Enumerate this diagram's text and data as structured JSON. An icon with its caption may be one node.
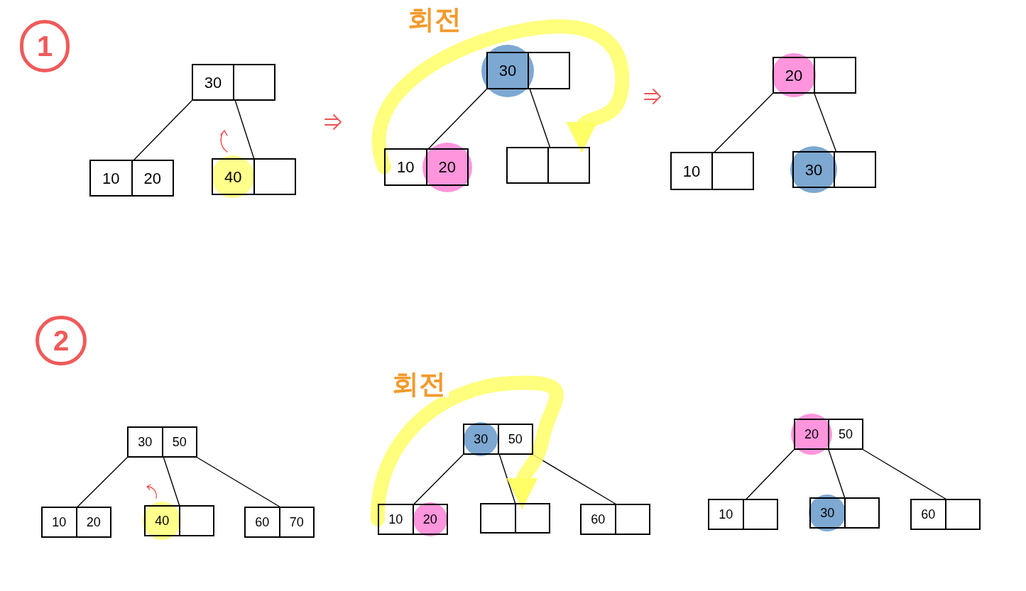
{
  "diagram": {
    "nodes": [
      {
        "text": [
          "30"
        ]
      },
      {
        "text": [
          "10",
          "20"
        ]
      },
      {
        "text": [
          "40"
        ]
      },
      {
        "text": [
          "30"
        ]
      },
      {
        "text": [
          "10",
          "20"
        ]
      },
      {
        "text": [],
        "shape": "box"
      },
      {
        "text": [
          "20"
        ]
      },
      {
        "text": [
          "10"
        ]
      },
      {
        "text": [
          "30"
        ]
      },
      {
        "text": [
          "30",
          "50"
        ]
      },
      {
        "text": [
          "10",
          "20"
        ]
      },
      {
        "text": [
          "40"
        ]
      },
      {
        "text": [
          "60",
          "70"
        ]
      },
      {
        "text": [
          "30",
          "50"
        ]
      },
      {
        "text": [
          "10",
          "20"
        ]
      },
      {
        "text": [],
        "shape": "box"
      },
      {
        "text": [
          "60"
        ]
      },
      {
        "text": [
          "20",
          "50"
        ]
      },
      {
        "text": [
          "10"
        ]
      },
      {
        "text": [
          "30"
        ]
      },
      {
        "text": [
          "60"
        ]
      }
    ],
    "edges": [
      {
        "from": 0,
        "to": 1,
        "arrow": "none"
      },
      {
        "from": 0,
        "to": 2,
        "arrow": "none"
      },
      {
        "from": 3,
        "to": 4,
        "arrow": "none"
      },
      {
        "from": 3,
        "to": 5,
        "arrow": "none"
      },
      {
        "from": 6,
        "to": 7,
        "arrow": "none"
      },
      {
        "from": 6,
        "to": 8,
        "arrow": "none"
      },
      {
        "from": 9,
        "to": 10,
        "arrow": "none"
      },
      {
        "from": 9,
        "to": 11,
        "arrow": "none"
      },
      {
        "from": 9,
        "to": 12,
        "arrow": "none"
      },
      {
        "from": 13,
        "to": 14,
        "arrow": "none"
      },
      {
        "from": 13,
        "to": 15,
        "arrow": "none"
      },
      {
        "from": 13,
        "to": 16,
        "arrow": "none"
      },
      {
        "from": 17,
        "to": 18,
        "arrow": "none"
      },
      {
        "from": 17,
        "to": 19,
        "arrow": "none"
      },
      {
        "from": 17,
        "to": 20,
        "arrow": "none"
      },
      {
        "from": 4,
        "to": 5,
        "arrow": "to",
        "label": "회전",
        "style": "thick",
        "color": "#ffff66"
      },
      {
        "from": 14,
        "to": 15,
        "arrow": "to",
        "label": "회전",
        "style": "thick",
        "color": "#ffff66"
      }
    ],
    "labels": [
      "1",
      "2"
    ]
  }
}
